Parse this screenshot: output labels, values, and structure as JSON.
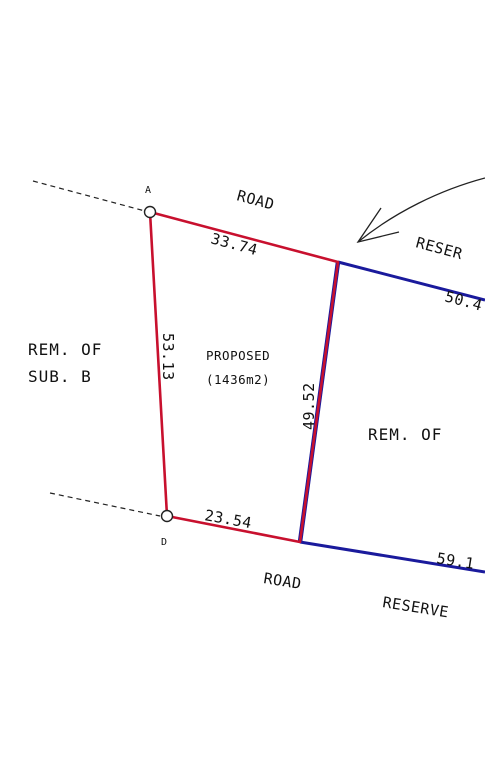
{
  "corners": {
    "a": "A",
    "d": "D"
  },
  "labels": {
    "road_top": "ROAD",
    "reserve_top": "RESER",
    "road_bottom": "ROAD",
    "reserve_bottom": "RESERVE",
    "rem_left_line1": "REM. OF",
    "rem_left_line2": "SUB. B",
    "proposed_line1": "PROPOSED",
    "proposed_line2": "(1436m2)",
    "rem_right": "REM. OF"
  },
  "dimensions": {
    "top_boundary": "33.74",
    "left_boundary": "53.13",
    "right_boundary": "49.52",
    "bottom_boundary": "23.54",
    "right_top_boundary": "50.4",
    "right_bottom_boundary": "59.1"
  },
  "colors": {
    "proposed_boundary": "#c8102e",
    "remainder_boundary": "#1a1a9c",
    "text": "#111111"
  }
}
